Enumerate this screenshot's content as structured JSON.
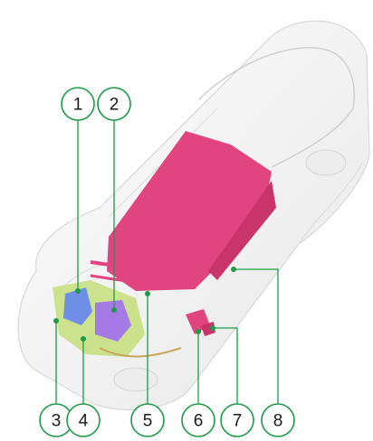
{
  "callouts": [
    {
      "id": "1"
    },
    {
      "id": "2"
    },
    {
      "id": "3"
    },
    {
      "id": "4"
    },
    {
      "id": "5"
    },
    {
      "id": "6"
    },
    {
      "id": "7"
    },
    {
      "id": "8"
    }
  ],
  "colors": {
    "callout_green": "#1f9a48",
    "battery_pink": "#e0457f",
    "motor_blue": "#6f8fe6",
    "motor_purple": "#a57ae6",
    "subframe_green": "#b9d86a",
    "car_body": "#f2f2f2"
  }
}
